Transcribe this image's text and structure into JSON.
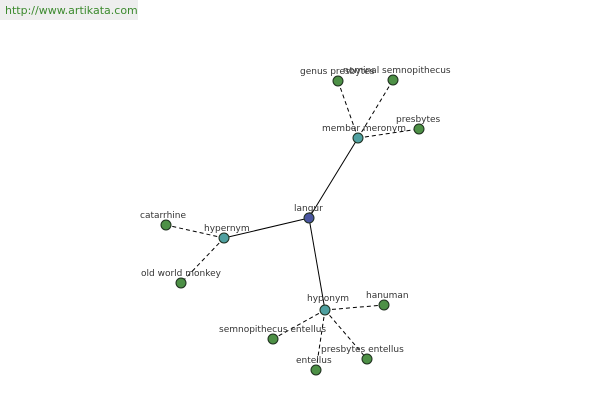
{
  "banner": {
    "url": "http://www.artikata.com"
  },
  "colors": {
    "root": "#4a55a0",
    "relation": "#4fa0a0",
    "leaf": "#4d9046"
  },
  "graph": {
    "nodes": [
      {
        "id": "langur",
        "label": "langur",
        "kind": "root"
      },
      {
        "id": "member-meronym",
        "label": "member meronym",
        "kind": "relation"
      },
      {
        "id": "hypernym",
        "label": "hypernym",
        "kind": "relation"
      },
      {
        "id": "hyponym",
        "label": "hyponym",
        "kind": "relation"
      },
      {
        "id": "genus-presbytes",
        "label": "genus presbytes",
        "kind": "leaf"
      },
      {
        "id": "nominal-semnopithecus",
        "label": "nominal semnopithecus",
        "kind": "leaf"
      },
      {
        "id": "presbytes",
        "label": "presbytes",
        "kind": "leaf"
      },
      {
        "id": "catarrhine",
        "label": "catarrhine",
        "kind": "leaf"
      },
      {
        "id": "old-world-monkey",
        "label": "old world monkey",
        "kind": "leaf"
      },
      {
        "id": "hanuman",
        "label": "hanuman",
        "kind": "leaf"
      },
      {
        "id": "semnopithecus-entellus",
        "label": "semnopithecus entellus",
        "kind": "leaf"
      },
      {
        "id": "presbytes-entellus",
        "label": "presbytes entellus",
        "kind": "leaf"
      },
      {
        "id": "entellus",
        "label": "entellus",
        "kind": "leaf"
      }
    ],
    "edges": [
      {
        "from": "langur",
        "to": "member-meronym",
        "style": "solid"
      },
      {
        "from": "langur",
        "to": "hypernym",
        "style": "solid"
      },
      {
        "from": "langur",
        "to": "hyponym",
        "style": "solid"
      },
      {
        "from": "member-meronym",
        "to": "genus-presbytes",
        "style": "dashed"
      },
      {
        "from": "member-meronym",
        "to": "nominal-semnopithecus",
        "style": "dashed"
      },
      {
        "from": "member-meronym",
        "to": "presbytes",
        "style": "dashed"
      },
      {
        "from": "hypernym",
        "to": "catarrhine",
        "style": "dashed"
      },
      {
        "from": "hypernym",
        "to": "old-world-monkey",
        "style": "dashed"
      },
      {
        "from": "hyponym",
        "to": "hanuman",
        "style": "dashed"
      },
      {
        "from": "hyponym",
        "to": "semnopithecus-entellus",
        "style": "dashed"
      },
      {
        "from": "hyponym",
        "to": "presbytes-entellus",
        "style": "dashed"
      },
      {
        "from": "hyponym",
        "to": "entellus",
        "style": "dashed"
      }
    ]
  }
}
